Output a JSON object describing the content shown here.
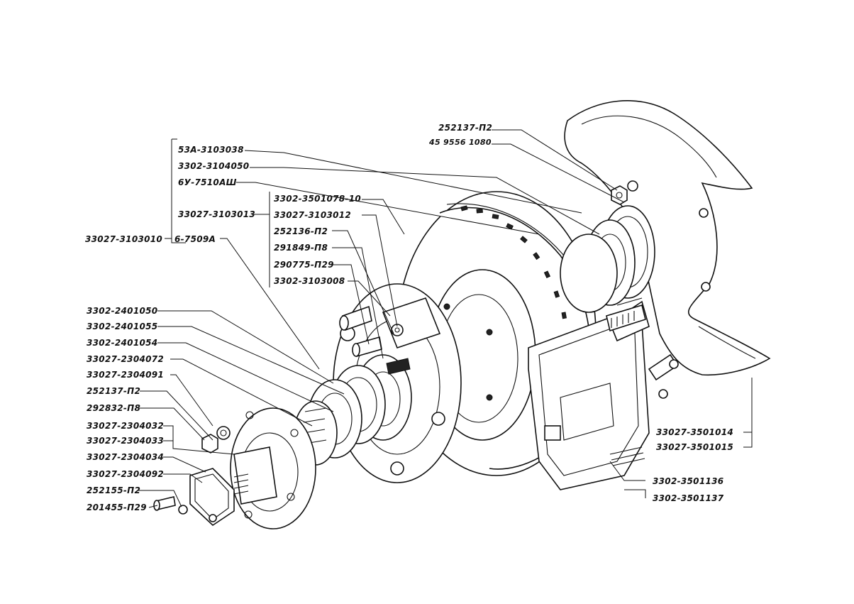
{
  "labels": {
    "l_252137_p2_top": "252137-П2",
    "l_4595561080": "45 9556 1080",
    "l_53a_3103038": "53А-3103038",
    "l_3302_3104050": "3302-3104050",
    "l_6u_7510ash": "6У-7510АШ",
    "l_33027_3103013": "33027-3103013",
    "l_33027_3103010": "33027-3103010",
    "l_6_7509a": "6-7509А",
    "l_3302_3501078_10": "3302-3501078-10",
    "l_33027_3103012": "33027-3103012",
    "l_252136_p2": "252136-П2",
    "l_291849_p8": "291849-П8",
    "l_290775_p29": "290775-П29",
    "l_3302_3103008": "3302-3103008",
    "l_3302_2401050": "3302-2401050",
    "l_3302_2401055": "3302-2401055",
    "l_3302_2401054": "3302-2401054",
    "l_33027_2304072": "33027-2304072",
    "l_33027_2304091": "33027-2304091",
    "l_252137_p2_left": "252137-П2",
    "l_292832_p8": "292832-П8",
    "l_33027_2304032": "33027-2304032",
    "l_33027_2304033": "33027-2304033",
    "l_33027_2304034": "33027-2304034",
    "l_33027_2304092": "33027-2304092",
    "l_252155_p2": "252155-П2",
    "l_201455_p29": "201455-П29",
    "l_33027_3501014": "33027-3501014",
    "l_33027_3501015": "33027-3501015",
    "l_3302_3501136": "3302-3501136",
    "l_3302_3501137": "3302-3501137"
  }
}
